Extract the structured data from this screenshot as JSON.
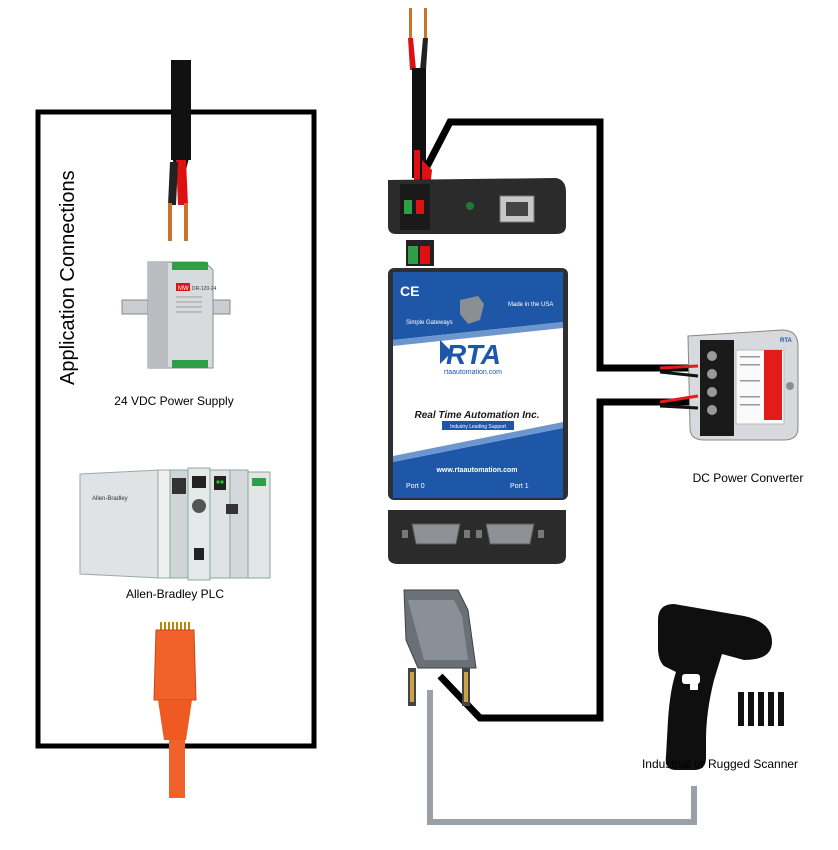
{
  "panel": {
    "title": "Application Connections",
    "power_supply_label": "24 VDC Power Supply",
    "power_supply_model": "DR-120-24",
    "power_supply_brand": "MW",
    "plc_label": "Allen-Bradley PLC",
    "plc_brand": "Allen-Bradley"
  },
  "gateway": {
    "ce_mark": "CE",
    "tagline_left": "Simple Gateways",
    "tagline_right": "Made in the USA",
    "logo": "RTA",
    "website_small": "rtaautomation.com",
    "company": "Real Time Automation Inc.",
    "slogan": "Industry Leading Support",
    "website": "www.rtaautomation.com",
    "port0": "Port 0",
    "port1": "Port 1"
  },
  "converter": {
    "label": "DC Power Converter",
    "brand": "RTA"
  },
  "scanner": {
    "label": "Industrial or Rugged Scanner"
  },
  "colors": {
    "gateway_blue": "#1f57a8",
    "cable_orange": "#f0622a",
    "wire_red": "#e31b1b",
    "wire_black": "#111111",
    "serial_cable_gray": "#9aa0a6"
  }
}
